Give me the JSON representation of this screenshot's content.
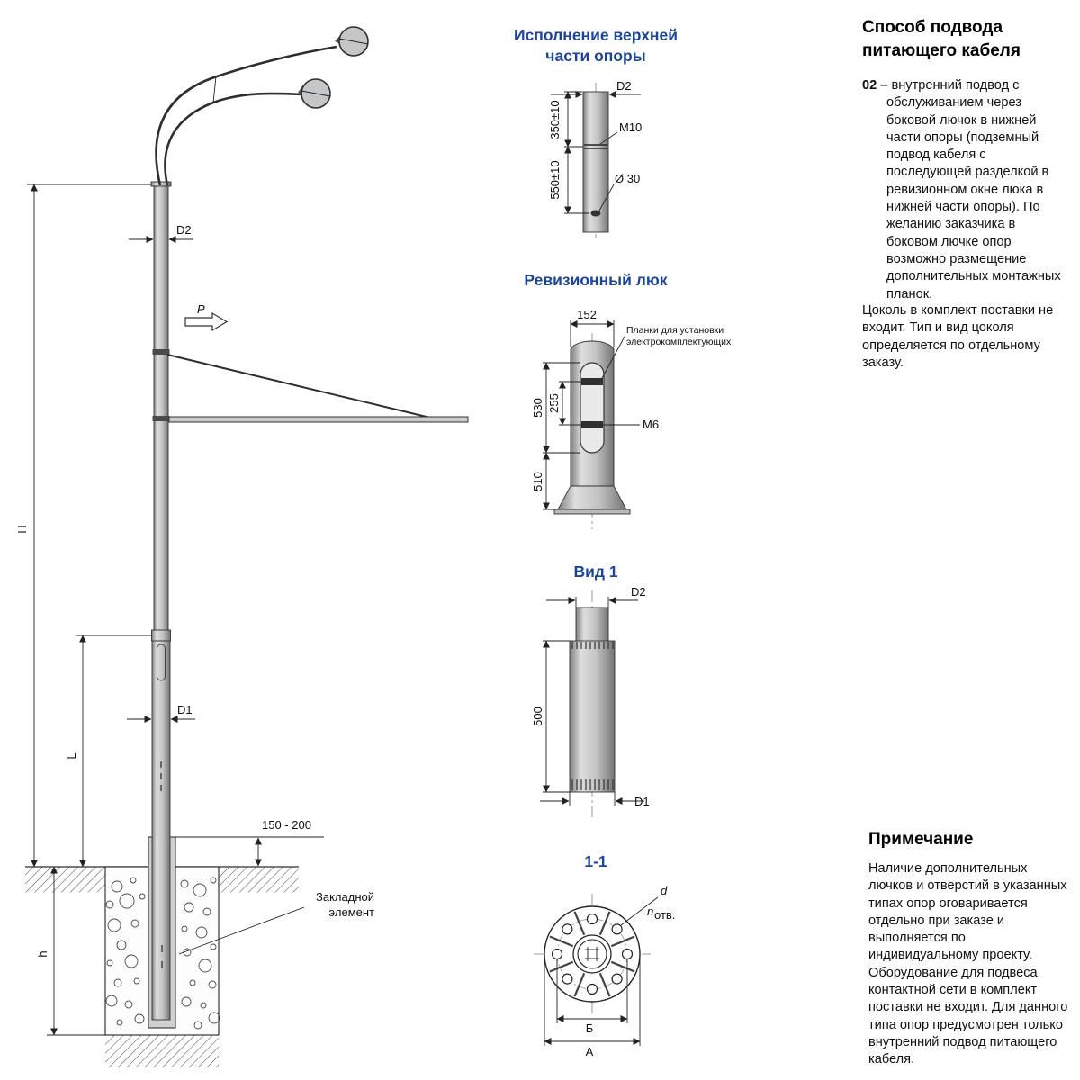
{
  "colors": {
    "heading_blue": "#1b449b",
    "text": "#101010",
    "line": "#222222"
  },
  "main_drawing": {
    "dim_h": "H",
    "dim_l": "L",
    "dim_depth": "h",
    "dim_d2": "D2",
    "dim_d1": "D1",
    "dim_reveal": "150 - 200",
    "load_label": "P",
    "embedded_label_line1": "Закладной",
    "embedded_label_line2": "элемент"
  },
  "top_detail": {
    "title_line1": "Исполнение верхней",
    "title_line2": "части опоры",
    "dim_d2": "D2",
    "dim_m10": "M10",
    "dim_dia": "Ø 30",
    "dim_350": "350±10",
    "dim_550": "550±10"
  },
  "hatch_detail": {
    "title": "Ревизионный люк",
    "dim_152": "152",
    "dim_530": "530",
    "dim_255": "255",
    "dim_510": "510",
    "dim_m6": "M6",
    "callout_line1": "Планки для установки",
    "callout_line2": "электрокомплектующих"
  },
  "view1": {
    "title": "Вид 1",
    "dim_d2": "D2",
    "dim_500": "500",
    "dim_d1": "D1"
  },
  "section": {
    "title": "1-1",
    "dim_d": "d",
    "holes_n": "n",
    "holes_sub": "отв.",
    "dim_b": "Б",
    "dim_a": "А"
  },
  "cable": {
    "title_line1": "Способ подвода",
    "title_line2": "питающего кабеля",
    "item_code": "02",
    "item_text": "– внутренний подвод с обслуживанием через боковой лючок в нижней части опоры (подземный подвод кабеля с последующей разделкой в ревизионном окне люка в нижней части опоры). По желанию заказчика в боковом лючке опор возможно размещение дополнительных монтажных планок.",
    "plinth_text": "Цоколь в комплект поставки не входит. Тип и вид цоколя определяется по отдельному заказу."
  },
  "note": {
    "title": "Примечание",
    "text": "Наличие дополнительных лючков и отверстий в указанных типах опор оговаривается отдельно при заказе и выполняется по индивидуальному проекту. Оборудование для подвеса контактной сети в комплект поставки не входит. Для данного типа опор предусмотрен только внутренний подвод питающего кабеля."
  }
}
